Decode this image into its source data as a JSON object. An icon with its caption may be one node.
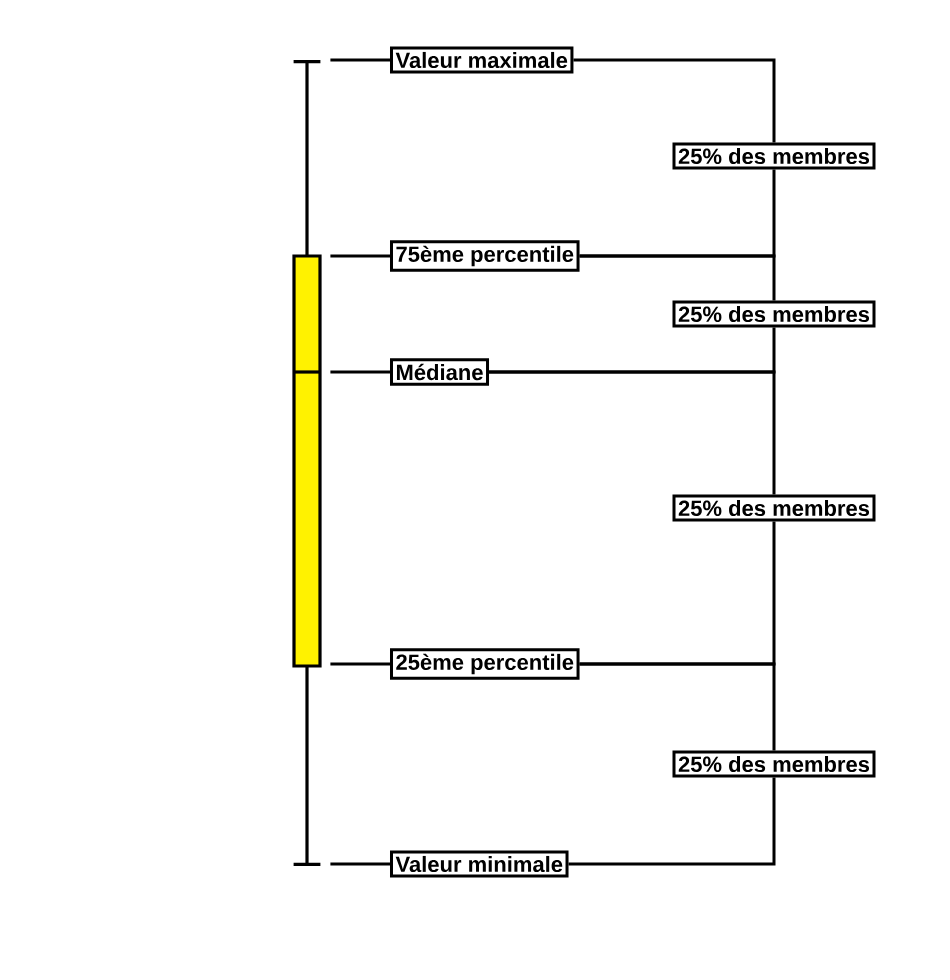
{
  "diagram": {
    "nodes": [
      {
        "text": [
          "Valeur maximale"
        ]
      },
      {
        "text": [
          "25% des membres"
        ]
      },
      {
        "text": [
          "75ème percentile"
        ]
      },
      {
        "text": [
          "25% des membres"
        ]
      },
      {
        "text": [
          "Médiane"
        ]
      },
      {
        "text": [
          "25% des membres"
        ]
      },
      {
        "text": [
          "25ème percentile"
        ]
      },
      {
        "text": [
          "25% des membres"
        ]
      },
      {
        "text": [
          "Valeur minimale"
        ]
      },
      {
        "text": [],
        "shape": "picture"
      }
    ],
    "edges": [
      {
        "from": 0,
        "to": 9,
        "arrow": "none"
      },
      {
        "from": 2,
        "to": 9,
        "arrow": "none"
      },
      {
        "from": 4,
        "to": 9,
        "arrow": "none"
      },
      {
        "from": 6,
        "to": 9,
        "arrow": "none"
      },
      {
        "from": 8,
        "to": 9,
        "arrow": "none"
      },
      {
        "from": 0,
        "to": 1,
        "arrow": "none"
      },
      {
        "from": 2,
        "to": 1,
        "arrow": "none"
      },
      {
        "from": 2,
        "to": 3,
        "arrow": "none"
      },
      {
        "from": 4,
        "to": 3,
        "arrow": "none"
      },
      {
        "from": 4,
        "to": 5,
        "arrow": "none"
      },
      {
        "from": 6,
        "to": 5,
        "arrow": "none"
      },
      {
        "from": 6,
        "to": 7,
        "arrow": "none"
      },
      {
        "from": 8,
        "to": 7,
        "arrow": "none"
      }
    ]
  }
}
